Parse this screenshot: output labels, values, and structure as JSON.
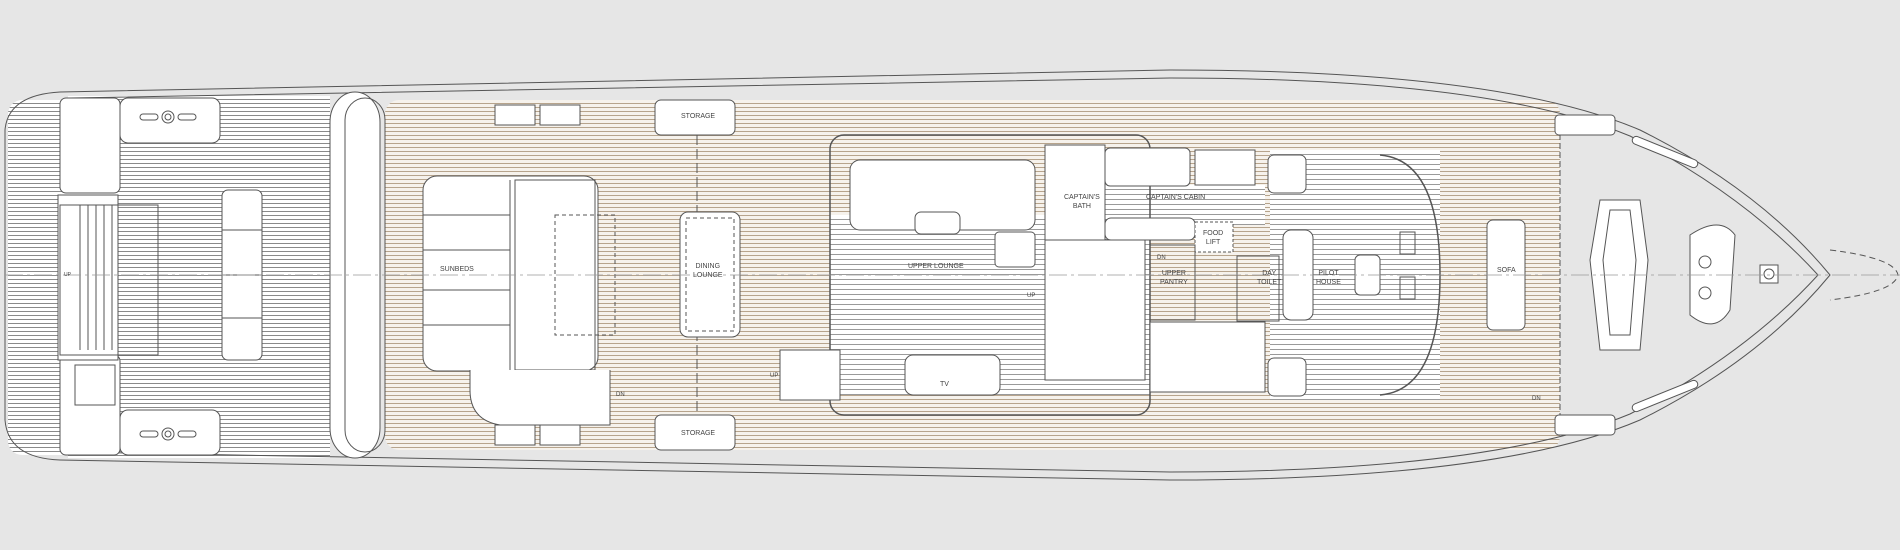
{
  "plan": {
    "rooms": {
      "sunbeds": "SUNBEDS",
      "dining_lounge": [
        "DINING",
        "LOUNGE"
      ],
      "upper_lounge": "UPPER LOUNGE",
      "captains_bath": [
        "CAPTAIN'S",
        "BATH"
      ],
      "captains_cabin": "CAPTAIN'S CABIN",
      "food_lift": [
        "FOOD",
        "LIFT"
      ],
      "upper_pantry": [
        "UPPER",
        "PANTRY"
      ],
      "day_toilet": [
        "DAY",
        "TOILET"
      ],
      "pilot_house": [
        "PILOT",
        "HOUSE"
      ],
      "sofa": "SOFA",
      "storage_port": "STORAGE",
      "storage_starboard": "STORAGE",
      "tv": "TV"
    },
    "stair_marks": {
      "aft_up": "UP",
      "aft_dn": "DN",
      "lounge_up": "UP",
      "inner_dn": "DN",
      "inner_up": "UP",
      "fwd_dn": "DN"
    }
  }
}
